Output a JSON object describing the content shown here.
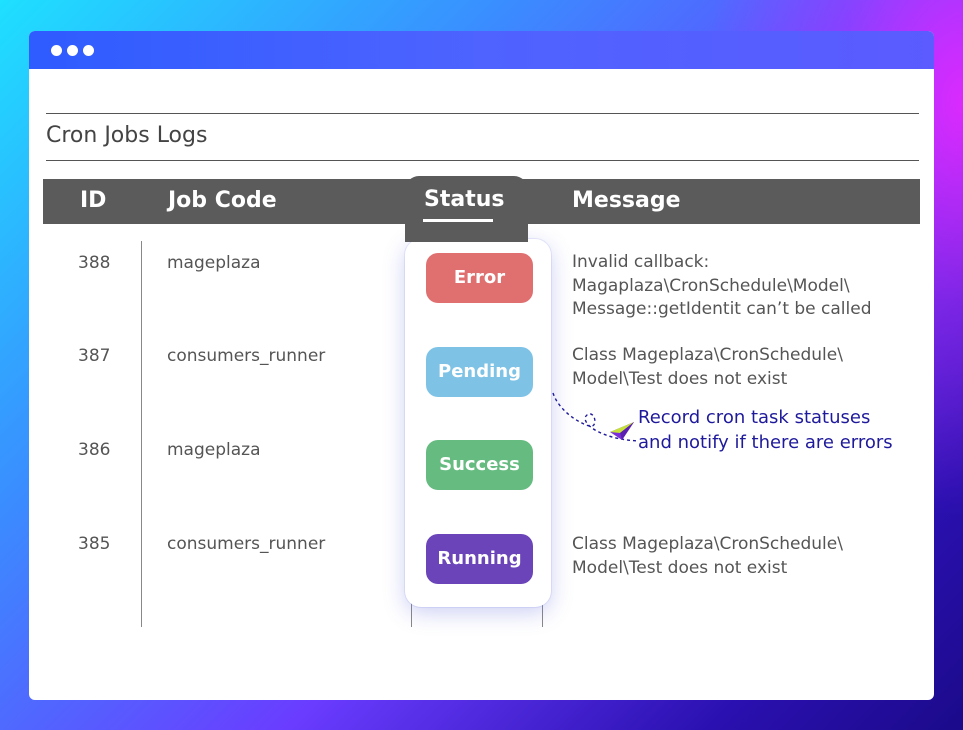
{
  "window": {
    "title": "Cron Jobs Logs"
  },
  "table": {
    "headers": {
      "id": "ID",
      "job_code": "Job Code",
      "status": "Status",
      "message": "Message"
    },
    "rows": [
      {
        "id": "388",
        "job_code": "mageplaza",
        "status": "Error",
        "status_color": "#e07070",
        "message": [
          "Invalid callback:",
          "Magaplaza\\CronSchedule\\Model\\",
          "Message::getIdentit can’t be called"
        ]
      },
      {
        "id": "387",
        "job_code": "consumers_runner",
        "status": "Pending",
        "status_color": "#7ec3e6",
        "message": [
          "Class Mageplaza\\CronSchedule\\",
          "Model\\Test does not exist"
        ]
      },
      {
        "id": "386",
        "job_code": "mageplaza",
        "status": "Success",
        "status_color": "#66bb80",
        "message": []
      },
      {
        "id": "385",
        "job_code": "consumers_runner",
        "status": "Running",
        "status_color": "#6a44b8",
        "message": [
          "Class Mageplaza\\CronSchedule\\",
          "Model\\Test does not exist"
        ]
      }
    ]
  },
  "annotation": {
    "lines": [
      "Record cron task statuses",
      "and notify if there are errors"
    ],
    "color": "#1f1a9c"
  },
  "icons": {
    "window_controls": "dots-icon",
    "annotation_marker": "paper-plane-icon"
  }
}
